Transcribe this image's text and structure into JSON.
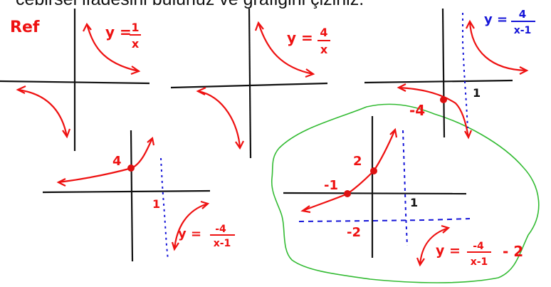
{
  "header": {
    "text": "cebirsel ifadesini bulunuz ve grafiğini çiziniz."
  },
  "labels": {
    "ref": "Ref",
    "g1_eq": "y = 1/x",
    "g1_num": "1",
    "g1_den": "x",
    "g2_eq": "y = 4/x",
    "g2_num": "4",
    "g2_den": "x",
    "g3_eq": "y = 4/(x-1)",
    "g3_num": "4",
    "g3_den": "x-1",
    "g3_point": "-4",
    "g3_asym": "1",
    "g4_point": "4",
    "g4_asym": "1",
    "g4_eq": "y = -4/(x-1)",
    "g4_num": "-4",
    "g4_den": "x-1",
    "g5_p1": "2",
    "g5_p2": "-1",
    "g5_asym": "1",
    "g5_h": "-2",
    "g5_eq": "y = -4/(x-1) - 2",
    "g5_num": "-4",
    "g5_den": "x-1",
    "g5_tail": "- 2"
  },
  "colors": {
    "ink": "#111111",
    "curve": "#ee1111",
    "asymptote": "#1515d8",
    "outline": "#33bb33",
    "point": "#dd1111"
  }
}
